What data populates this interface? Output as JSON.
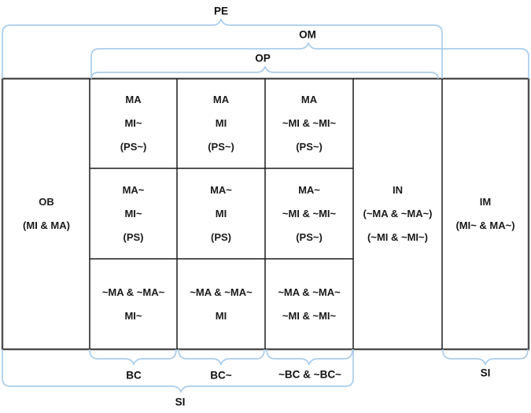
{
  "braces": {
    "pe": "PE",
    "om": "OM",
    "op": "OP",
    "bc": "BC",
    "bc_tilde": "BC~",
    "not_bc": "~BC & ~BC~",
    "si_im": "SI",
    "si_wide": "SI"
  },
  "columns": {
    "ob": {
      "lines": [
        "OB",
        "(MI & MA)"
      ]
    },
    "in": {
      "lines": [
        "IN",
        "(~MA & ~MA~)",
        "(~MI & ~MI~)"
      ]
    },
    "im": {
      "lines": [
        "IM",
        "(MI~ & MA~)"
      ]
    }
  },
  "cells": {
    "r1c1": [
      "MA",
      "MI~",
      "(PS~)"
    ],
    "r1c2": [
      "MA",
      "MI",
      "(PS~)"
    ],
    "r1c3": [
      "MA",
      "~MI & ~MI~",
      "(PS~)"
    ],
    "r2c1": [
      "MA~",
      "MI~",
      "(PS)"
    ],
    "r2c2": [
      "MA~",
      "MI",
      "(PS)"
    ],
    "r2c3": [
      "MA~",
      "~MI & ~MI~",
      "(PS~)"
    ],
    "r3c1": [
      "~MA & ~MA~",
      "MI~"
    ],
    "r3c2": [
      "~MA & ~MA~",
      "MI"
    ],
    "r3c3": [
      "~MA & ~MA~",
      "~MI & ~MI~"
    ]
  },
  "colors": {
    "brace": "#aaccea",
    "grid_outer": "#4d4d4d",
    "grid_line": "#1c1c1c",
    "text": "#111111"
  }
}
